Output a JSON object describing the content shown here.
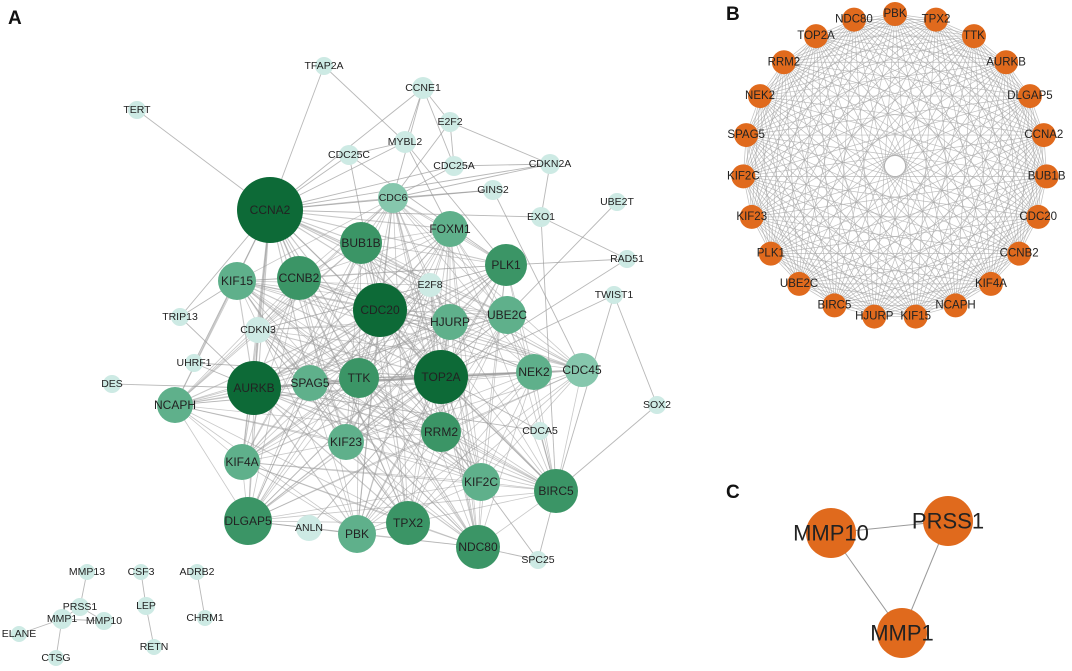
{
  "panels": {
    "a": "A",
    "b": "B",
    "c": "C"
  },
  "colors": {
    "edge": "#9a9a9a",
    "edge_b": "#a9a9a9",
    "orange": "#e06a1d",
    "shade_dark": "#0d6a37",
    "shade_mid1": "#3b9566",
    "shade_mid2": "#5fb08b",
    "shade_mid3": "#86c7ad",
    "shade_light": "#cdeae4"
  },
  "network_a": {
    "nodes": [
      {
        "id": "CCNA2",
        "shade": "shade_dark"
      },
      {
        "id": "TOP2A",
        "shade": "shade_dark"
      },
      {
        "id": "AURKB",
        "shade": "shade_dark"
      },
      {
        "id": "CDC20",
        "shade": "shade_dark"
      },
      {
        "id": "CCNB2",
        "shade": "shade_mid1"
      },
      {
        "id": "BUB1B",
        "shade": "shade_mid1"
      },
      {
        "id": "PLK1",
        "shade": "shade_mid1"
      },
      {
        "id": "TTK",
        "shade": "shade_mid1"
      },
      {
        "id": "RRM2",
        "shade": "shade_mid1"
      },
      {
        "id": "TPX2",
        "shade": "shade_mid1"
      },
      {
        "id": "DLGAP5",
        "shade": "shade_mid1"
      },
      {
        "id": "NDC80",
        "shade": "shade_mid1"
      },
      {
        "id": "BIRC5",
        "shade": "shade_mid1"
      },
      {
        "id": "KIF15",
        "shade": "shade_mid2"
      },
      {
        "id": "UBE2C",
        "shade": "shade_mid2"
      },
      {
        "id": "HJURP",
        "shade": "shade_mid2"
      },
      {
        "id": "FOXM1",
        "shade": "shade_mid2"
      },
      {
        "id": "SPAG5",
        "shade": "shade_mid2"
      },
      {
        "id": "NEK2",
        "shade": "shade_mid2"
      },
      {
        "id": "NCAPH",
        "shade": "shade_mid2"
      },
      {
        "id": "KIF23",
        "shade": "shade_mid2"
      },
      {
        "id": "KIF4A",
        "shade": "shade_mid2"
      },
      {
        "id": "KIF2C",
        "shade": "shade_mid2"
      },
      {
        "id": "PBK",
        "shade": "shade_mid2"
      },
      {
        "id": "CDC45",
        "shade": "shade_mid3"
      },
      {
        "id": "CDC6",
        "shade": "shade_mid3"
      },
      {
        "id": "CDKN3",
        "shade": "shade_light"
      },
      {
        "id": "E2F8",
        "shade": "shade_light"
      },
      {
        "id": "ANLN",
        "shade": "shade_light"
      },
      {
        "id": "CCNE1",
        "shade": "shade_light"
      },
      {
        "id": "E2F2",
        "shade": "shade_light"
      },
      {
        "id": "MYBL2",
        "shade": "shade_light"
      },
      {
        "id": "CDC25C",
        "shade": "shade_light"
      },
      {
        "id": "CDC25A",
        "shade": "shade_light"
      },
      {
        "id": "CDKN2A",
        "shade": "shade_light"
      },
      {
        "id": "GINS2",
        "shade": "shade_light"
      },
      {
        "id": "EXO1",
        "shade": "shade_light"
      },
      {
        "id": "UBE2T",
        "shade": "shade_light"
      },
      {
        "id": "RAD51",
        "shade": "shade_light"
      },
      {
        "id": "TWIST1",
        "shade": "shade_light"
      },
      {
        "id": "TFAP2A",
        "shade": "shade_light"
      },
      {
        "id": "TERT",
        "shade": "shade_light"
      },
      {
        "id": "TRIP13",
        "shade": "shade_light"
      },
      {
        "id": "UHRF1",
        "shade": "shade_light"
      },
      {
        "id": "DES",
        "shade": "shade_light"
      },
      {
        "id": "SOX2",
        "shade": "shade_light"
      },
      {
        "id": "CDCA5",
        "shade": "shade_light"
      },
      {
        "id": "SPC25",
        "shade": "shade_light"
      },
      {
        "id": "MMP13",
        "shade": "shade_light"
      },
      {
        "id": "PRSS1",
        "shade": "shade_light"
      },
      {
        "id": "ELANE",
        "shade": "shade_light"
      },
      {
        "id": "MMP1",
        "shade": "shade_light"
      },
      {
        "id": "MMP10",
        "shade": "shade_light"
      },
      {
        "id": "CTSG",
        "shade": "shade_light"
      },
      {
        "id": "CSF3",
        "shade": "shade_light"
      },
      {
        "id": "LEP",
        "shade": "shade_light"
      },
      {
        "id": "RETN",
        "shade": "shade_light"
      },
      {
        "id": "ADRB2",
        "shade": "shade_light"
      },
      {
        "id": "CHRM1",
        "shade": "shade_light"
      }
    ],
    "peripheral_links": [
      [
        "TERT",
        "CCNA2"
      ],
      [
        "TFAP2A",
        "MYBL2"
      ],
      [
        "TFAP2A",
        "CCNA2"
      ],
      [
        "CCNE1",
        "E2F2"
      ],
      [
        "CCNE1",
        "MYBL2"
      ],
      [
        "CCNE1",
        "CDC25A"
      ],
      [
        "CCNE1",
        "CDC6"
      ],
      [
        "CCNE1",
        "CCNA2"
      ],
      [
        "E2F2",
        "CDKN2A"
      ],
      [
        "E2F2",
        "CDC25A"
      ],
      [
        "E2F2",
        "CDC6"
      ],
      [
        "MYBL2",
        "CDC25C"
      ],
      [
        "MYBL2",
        "CCNA2"
      ],
      [
        "MYBL2",
        "FOXM1"
      ],
      [
        "MYBL2",
        "PLK1"
      ],
      [
        "CDC25C",
        "CCNA2"
      ],
      [
        "CDC25C",
        "CDC20"
      ],
      [
        "CDC25C",
        "PLK1"
      ],
      [
        "CDC25A",
        "CCNA2"
      ],
      [
        "CDC25A",
        "CDC6"
      ],
      [
        "CDC25A",
        "CDKN2A"
      ],
      [
        "CDKN2A",
        "CDC6"
      ],
      [
        "CDKN2A",
        "CCNA2"
      ],
      [
        "CDKN2A",
        "EXO1"
      ],
      [
        "GINS2",
        "CDC45"
      ],
      [
        "GINS2",
        "CDC6"
      ],
      [
        "GINS2",
        "CCNA2"
      ],
      [
        "EXO1",
        "RAD51"
      ],
      [
        "EXO1",
        "CCNA2"
      ],
      [
        "EXO1",
        "BIRC5"
      ],
      [
        "RAD51",
        "TOP2A"
      ],
      [
        "RAD51",
        "PLK1"
      ],
      [
        "TWIST1",
        "SOX2"
      ],
      [
        "TWIST1",
        "BIRC5"
      ],
      [
        "TWIST1",
        "TOP2A"
      ],
      [
        "UBE2T",
        "UBE2C"
      ],
      [
        "SOX2",
        "BIRC5"
      ],
      [
        "TRIP13",
        "AURKB"
      ],
      [
        "TRIP13",
        "CCNA2"
      ],
      [
        "TRIP13",
        "KIF15"
      ],
      [
        "UHRF1",
        "AURKB"
      ],
      [
        "UHRF1",
        "CCNA2"
      ],
      [
        "UHRF1",
        "TOP2A"
      ],
      [
        "DES",
        "AURKB"
      ],
      [
        "CDCA5",
        "TOP2A"
      ],
      [
        "CDCA5",
        "AURKB"
      ],
      [
        "CDCA5",
        "BIRC5"
      ],
      [
        "SPC25",
        "NDC80"
      ],
      [
        "SPC25",
        "KIF2C"
      ],
      [
        "SPC25",
        "BIRC5"
      ],
      [
        "ANLN",
        "DLGAP5"
      ],
      [
        "ANLN",
        "TOP2A"
      ],
      [
        "ANLN",
        "PBK"
      ],
      [
        "CDKN3",
        "CCNB2"
      ],
      [
        "CDKN3",
        "CCNA2"
      ],
      [
        "CDKN3",
        "TOP2A"
      ],
      [
        "E2F8",
        "CDC20"
      ],
      [
        "E2F8",
        "CCNA2"
      ],
      [
        "E2F8",
        "TOP2A"
      ],
      [
        "MMP13",
        "PRSS1"
      ],
      [
        "PRSS1",
        "MMP1"
      ],
      [
        "PRSS1",
        "MMP10"
      ],
      [
        "ELANE",
        "MMP1"
      ],
      [
        "MMP1",
        "MMP10"
      ],
      [
        "MMP1",
        "CTSG"
      ],
      [
        "CSF3",
        "LEP"
      ],
      [
        "LEP",
        "RETN"
      ],
      [
        "ADRB2",
        "CHRM1"
      ]
    ]
  },
  "network_b": {
    "nodes": [
      "PBK",
      "TPX2",
      "TTK",
      "AURKB",
      "DLGAP5",
      "CCNA2",
      "BUB1B",
      "CDC20",
      "CCNB2",
      "KIF4A",
      "NCAPH",
      "KIF15",
      "HJURP",
      "BIRC5",
      "UBE2C",
      "PLK1",
      "KIF23",
      "KIF2C",
      "SPAG5",
      "NEK2",
      "RRM2",
      "TOP2A",
      "NDC80"
    ]
  },
  "network_c": {
    "nodes": [
      "MMP10",
      "PRSS1",
      "MMP1"
    ],
    "links": [
      [
        "MMP10",
        "PRSS1"
      ],
      [
        "MMP10",
        "MMP1"
      ],
      [
        "PRSS1",
        "MMP1"
      ]
    ]
  }
}
